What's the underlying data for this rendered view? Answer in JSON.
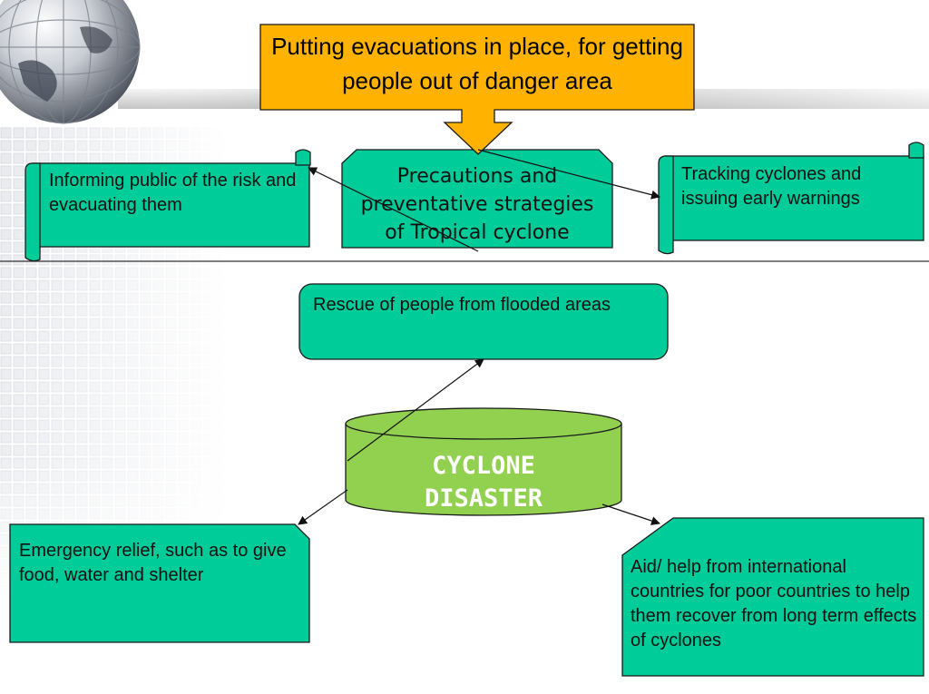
{
  "colors": {
    "callout_fill": "#00cc99",
    "title_fill": "#ffb300",
    "drum_fill": "#92d050",
    "outline": "#1a1a1a",
    "drum_text": "#ffffff"
  },
  "diagram": {
    "top_callout": "Putting evacuations in place, for getting people out of danger area",
    "center_box": "Precautions and preventative strategies of Tropical cyclone",
    "left_scroll": "Informing public of the risk and evacuating them",
    "right_scroll": "Tracking cyclones and issuing early warnings",
    "rescue_box": "Rescue of people from flooded areas",
    "cylinder": "CYCLONE DISASTER",
    "relief_box": "Emergency relief, such as to give food, water and shelter",
    "aid_box": "Aid/ help from international countries for poor countries to help them recover from long term effects of cyclones"
  }
}
